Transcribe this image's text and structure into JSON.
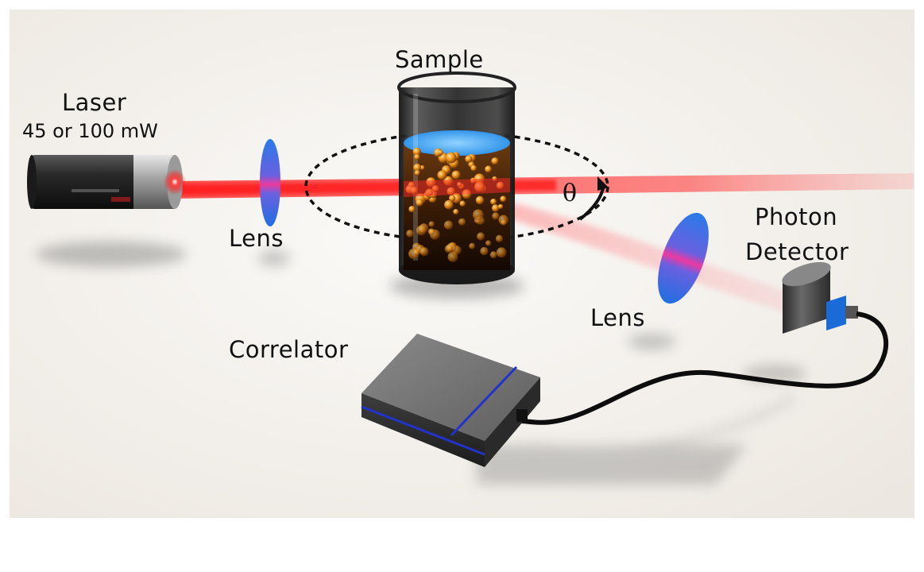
{
  "labels": {
    "laser_title": "Laser",
    "laser_power": "45 or 100 mW",
    "sample": "Sample",
    "lens_left": "Lens",
    "lens_right": "Lens",
    "photon_line1": "Photon",
    "photon_line2": "Detector",
    "correlator": "Correlator",
    "angle_symbol": "θ"
  },
  "colors": {
    "laser_beam": "#ff1a1a",
    "lens_blue": "#1f6fe0",
    "lens_magenta": "#e8309a",
    "liquid_blue": "#3fa9f5",
    "particle_orange": "#f29a1a",
    "correlator_stripe": "#2233cc",
    "detector_blue": "#1a6ad8"
  }
}
